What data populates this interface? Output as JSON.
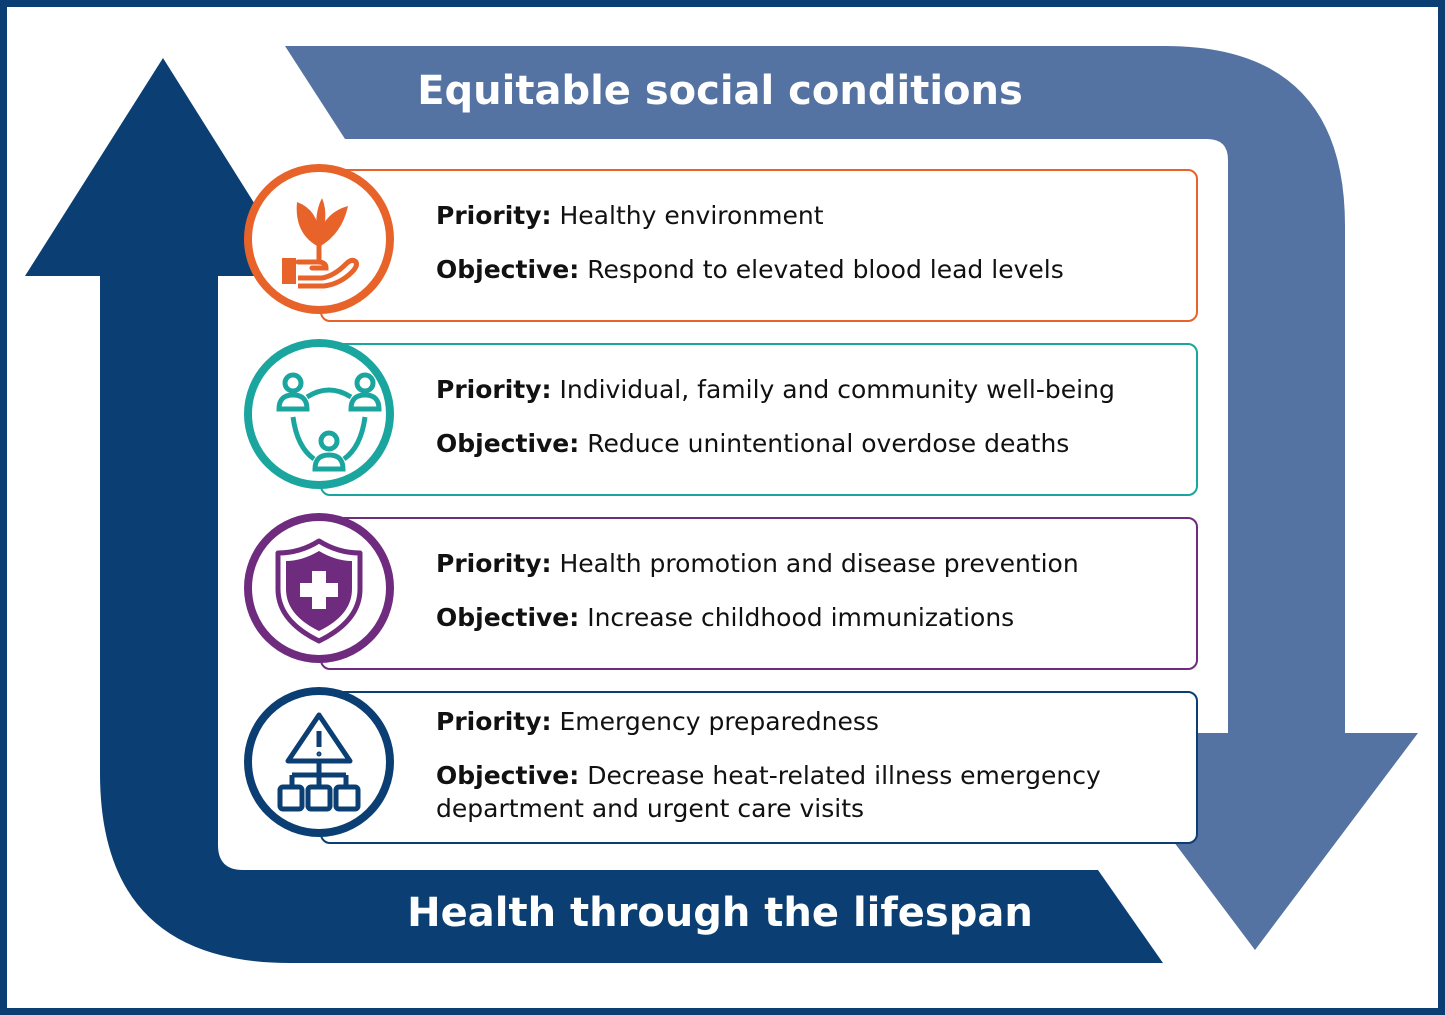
{
  "top_banner": {
    "text": "Equitable social conditions"
  },
  "bottom_banner": {
    "text": "Health through the lifespan"
  },
  "colors": {
    "frame": "#0b3f73",
    "left_arrow": "#0b3f73",
    "right_arrow": "#5573a2",
    "healthy_environment": "#e8632a",
    "well_being": "#1aa69e",
    "health_promotion": "#6f2c7f",
    "emergency": "#0b3f73"
  },
  "priority_label": "Priority:",
  "objective_label": "Objective:",
  "items": [
    {
      "icon": "hand-plant-icon",
      "priority": "Healthy environment",
      "objective": "Respond to elevated blood lead levels"
    },
    {
      "icon": "community-people-icon",
      "priority": "Individual, family and community well-being",
      "objective": "Reduce unintentional overdose deaths"
    },
    {
      "icon": "shield-cross-icon",
      "priority": "Health promotion and disease prevention",
      "objective": "Increase childhood immunizations"
    },
    {
      "icon": "warning-network-icon",
      "priority": "Emergency preparedness",
      "objective": "Decrease heat-related illness emergency department and urgent care visits"
    }
  ]
}
